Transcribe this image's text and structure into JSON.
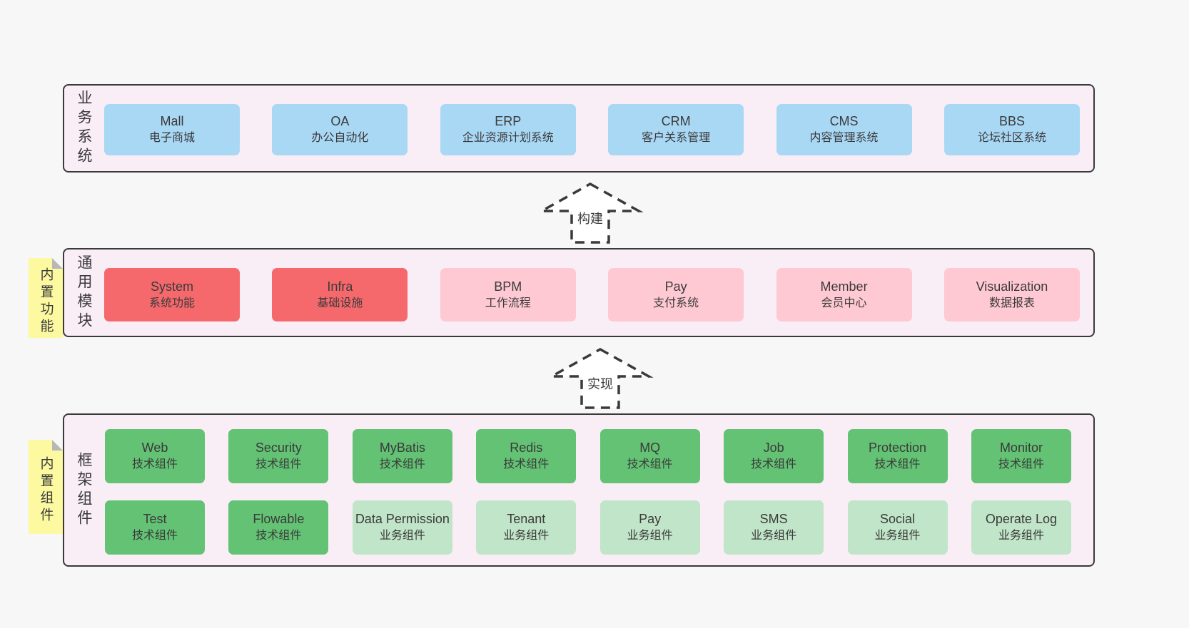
{
  "colors": {
    "page_bg": "#f7f7f7",
    "container_bg": "#f9edf6",
    "border": "#3a3a3a",
    "text": "#3a3a3a",
    "blue": "#a9d8f5",
    "red": "#f5696d",
    "pink": "#ffc9d3",
    "green": "#63c274",
    "lightgreen": "#c1e5c8",
    "sticky": "#fcf9a0",
    "sticky_fold": "#b7b7b7"
  },
  "arrows": [
    {
      "label": "构建"
    },
    {
      "label": "实现"
    }
  ],
  "layers": [
    {
      "side_label": "业务系统",
      "boxes": [
        {
          "name": "Mall",
          "desc": "电子商城",
          "variant": "blue"
        },
        {
          "name": "OA",
          "desc": "办公自动化",
          "variant": "blue"
        },
        {
          "name": "ERP",
          "desc": "企业资源计划系统",
          "variant": "blue"
        },
        {
          "name": "CRM",
          "desc": "客户关系管理",
          "variant": "blue"
        },
        {
          "name": "CMS",
          "desc": "内容管理系统",
          "variant": "blue"
        },
        {
          "name": "BBS",
          "desc": "论坛社区系统",
          "variant": "blue"
        }
      ]
    },
    {
      "sticky": "内置功能",
      "side_label": "通用模块",
      "boxes": [
        {
          "name": "System",
          "desc": "系统功能",
          "variant": "red"
        },
        {
          "name": "Infra",
          "desc": "基础设施",
          "variant": "red"
        },
        {
          "name": "BPM",
          "desc": "工作流程",
          "variant": "pink"
        },
        {
          "name": "Pay",
          "desc": "支付系统",
          "variant": "pink"
        },
        {
          "name": "Member",
          "desc": "会员中心",
          "variant": "pink"
        },
        {
          "name": "Visualization",
          "desc": "数据报表",
          "variant": "pink"
        }
      ]
    },
    {
      "sticky": "内置组件",
      "side_label": "框架组件",
      "rows": [
        [
          {
            "name": "Web",
            "desc": "技术组件",
            "variant": "green"
          },
          {
            "name": "Security",
            "desc": "技术组件",
            "variant": "green"
          },
          {
            "name": "MyBatis",
            "desc": "技术组件",
            "variant": "green"
          },
          {
            "name": "Redis",
            "desc": "技术组件",
            "variant": "green"
          },
          {
            "name": "MQ",
            "desc": "技术组件",
            "variant": "green"
          },
          {
            "name": "Job",
            "desc": "技术组件",
            "variant": "green"
          },
          {
            "name": "Protection",
            "desc": "技术组件",
            "variant": "green"
          },
          {
            "name": "Monitor",
            "desc": "技术组件",
            "variant": "green"
          }
        ],
        [
          {
            "name": "Test",
            "desc": "技术组件",
            "variant": "green"
          },
          {
            "name": "Flowable",
            "desc": "技术组件",
            "variant": "green"
          },
          {
            "name": "Data Permission",
            "desc": "业务组件",
            "variant": "lightgreen"
          },
          {
            "name": "Tenant",
            "desc": "业务组件",
            "variant": "lightgreen"
          },
          {
            "name": "Pay",
            "desc": "业务组件",
            "variant": "lightgreen"
          },
          {
            "name": "SMS",
            "desc": "业务组件",
            "variant": "lightgreen"
          },
          {
            "name": "Social",
            "desc": "业务组件",
            "variant": "lightgreen"
          },
          {
            "name": "Operate Log",
            "desc": "业务组件",
            "variant": "lightgreen"
          }
        ]
      ]
    }
  ]
}
